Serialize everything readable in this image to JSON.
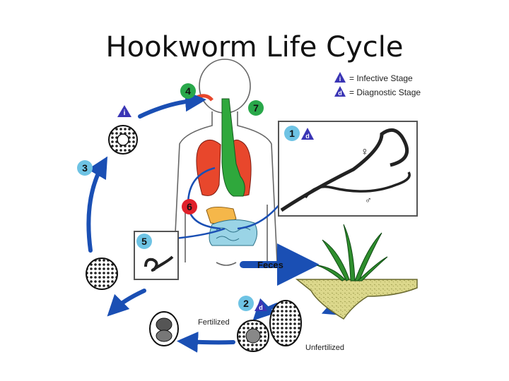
{
  "title": "Hookworm Life Cycle",
  "legend": {
    "infective_symbol": "i",
    "infective_text": "= Infective Stage",
    "diagnostic_symbol": "d",
    "diagnostic_text": "= Diagnostic Stage"
  },
  "stages": {
    "s1": "1",
    "s2": "2",
    "s3": "3",
    "s4": "4",
    "s5": "5",
    "s6": "6",
    "s7": "7"
  },
  "markers": {
    "infective": "i",
    "diagnostic": "d"
  },
  "labels": {
    "feces": "Feces",
    "fertilized": "Fertilized",
    "unfertilized": "Unfertilized",
    "female_symbol": "♀",
    "male_symbol": "♂"
  },
  "colors": {
    "cycle_arrow": "#1a4fb4",
    "stage_circle": "#6ec3e4",
    "marker_triangle": "#3a35b5",
    "green_badge": "#29a84a",
    "red_badge": "#e0202a",
    "lungs": "#e8472c",
    "digestive_green": "#2fa83c",
    "liver": "#f5b74a",
    "intestine": "#9ad4e6",
    "soil": "#d9d68a"
  }
}
